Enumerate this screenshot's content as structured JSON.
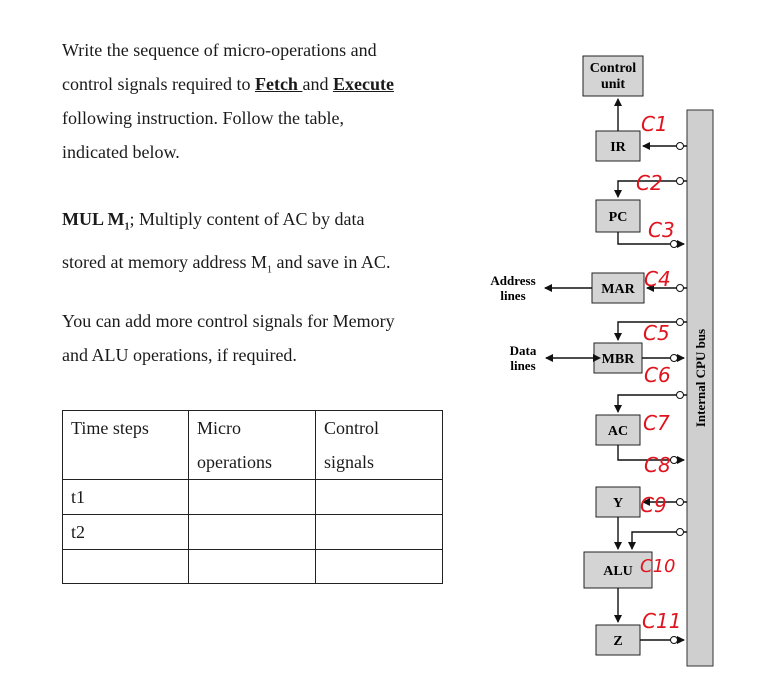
{
  "question": {
    "intro_lines": [
      "Write the sequence of micro-operations and",
      "control signals required to ",
      "Fetch ",
      "and ",
      "Execute",
      "following instruction. Follow the table,",
      "indicated below."
    ],
    "instr_mnemonic": "MUL M",
    "instr_subscript": "1",
    "instr_rest_1": "; Multiply content of AC by data",
    "instr_rest_2a": "stored at memory address M",
    "instr_rest_2sub": "1",
    "instr_rest_2b": " and save in AC.",
    "extra_1": "You can add more control signals for Memory",
    "extra_2": "and ALU operations, if required."
  },
  "table": {
    "headers": [
      "Time steps",
      "Micro operations",
      "Control signals"
    ],
    "header_lines": [
      [
        "Time steps"
      ],
      [
        "Micro",
        "operations"
      ],
      [
        "Control",
        "signals"
      ]
    ],
    "rows": [
      [
        "t1",
        "",
        ""
      ],
      [
        "t2",
        "",
        ""
      ],
      [
        "",
        "",
        ""
      ]
    ]
  },
  "diagram": {
    "blocks": [
      "Control unit",
      "IR",
      "PC",
      "MAR",
      "MBR",
      "AC",
      "Y",
      "ALU",
      "Z"
    ],
    "control_unit_lines": [
      "Control",
      "unit"
    ],
    "bus_label": "Internal CPU bus",
    "address_lines": [
      "Address",
      "lines"
    ],
    "data_lines": [
      "Data",
      "lines"
    ],
    "handwritten_labels": [
      "C1",
      "C2",
      "C3",
      "C4",
      "C5",
      "C6",
      "C7",
      "C8",
      "C9",
      "C10",
      "C11"
    ],
    "handwriting_color": "#e0141e",
    "block_fill": "#d4d4d4",
    "bus_fill": "#cfcfcf"
  }
}
